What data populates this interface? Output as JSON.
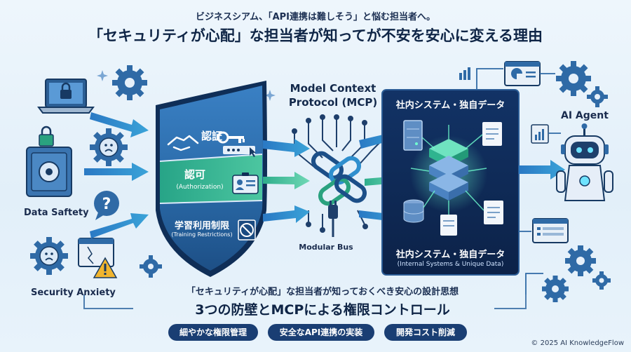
{
  "header": {
    "subtitle": "ビジネスシアム、「API連携は難しそう」と悩む担当者へ。",
    "title": "「セキュリティが心配」な担当者が知ってが不安を安心に変える理由"
  },
  "left": {
    "data_safety": "Data Saftety",
    "security_anxiety": "Security Anxiety"
  },
  "shield": {
    "auth_label": "認証",
    "authorization_label": "認可",
    "authorization_sub": "(Authorization)",
    "training_label": "学習利用制限",
    "training_sub": "(Training Restrictions)"
  },
  "mcp": {
    "title_line1": "Model Context",
    "title_line2": "Protocol (MCP)",
    "bus_label": "Modular Bus"
  },
  "internal_panel": {
    "top_title": "社内システム・独自データ",
    "bottom_title": "社内システム・独自データ",
    "bottom_sub": "(Internal Systems & Unique Data)"
  },
  "agent": {
    "label": "AI Agent"
  },
  "footer": {
    "subtitle": "「セキュリティが心配」な担当者が知っておくべき安心の設計思想",
    "title": "3つの防壁とMCPによる権限コントロール",
    "pills": [
      "細やかな権限管理",
      "安全なAPI連携の実装",
      "開発コスト削減"
    ],
    "copyright": "© 2025 AI KnowledgeFlow"
  },
  "colors": {
    "navy": "#13294b",
    "shield_blue": "#2c6fb1",
    "shield_green": "#2eab8c",
    "panel_dark": "#0f2a56",
    "pill": "#1a3e73",
    "accent_green": "#4fd1a8"
  }
}
